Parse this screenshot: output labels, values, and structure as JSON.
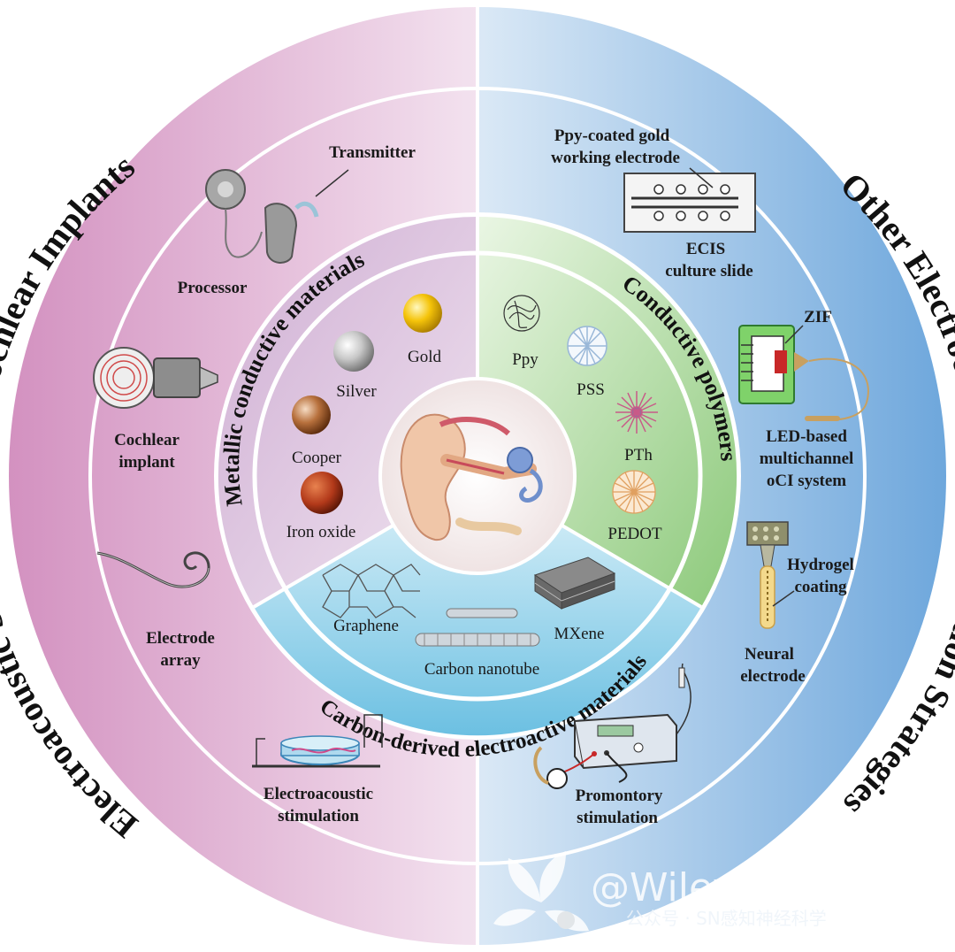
{
  "outer_ring": {
    "left_title": "Electroacoustic Stimulation in Cochlear Implants",
    "right_title": "Other Electrode-Based Stimulation Strategies"
  },
  "cochlear": {
    "transmitter": "Transmitter",
    "processor": "Processor",
    "implant_1": "Cochlear",
    "implant_2": "implant",
    "electrode_1": "Electrode",
    "electrode_2": "array",
    "eas_1": "Electroacoustic",
    "eas_2": "stimulation"
  },
  "other": {
    "ppy_1": "Ppy-coated gold",
    "ppy_2": "working electrode",
    "ecis_1": "ECIS",
    "ecis_2": "culture slide",
    "zif": "ZIF",
    "led_1": "LED-based",
    "led_2": "multichannel",
    "led_3": "oCI system",
    "hydro_1": "Hydrogel",
    "hydro_2": "coating",
    "neural_1": "Neural",
    "neural_2": "electrode",
    "prom_1": "Promontory",
    "prom_2": "stimulation"
  },
  "metallic": {
    "title": "Metallic conductive materials",
    "gold": "Gold",
    "silver": "Silver",
    "cooper": "Cooper",
    "iron": "Iron oxide"
  },
  "polymers": {
    "title": "Conductive polymers",
    "ppy": "Ppy",
    "pss": "PSS",
    "pth": "PTh",
    "pedot": "PEDOT"
  },
  "carbon": {
    "title": "Carbon-derived electroactive materials",
    "graphene": "Graphene",
    "cnt": "Carbon nanotube",
    "mxene": "MXene"
  },
  "watermark": {
    "main": "@Wiley发表派",
    "sub": "公众号 · SN感知神经科学"
  },
  "colors": {
    "left_outer": "#d9a1c9",
    "right_outer": "#7fb3e0",
    "metallic": "#dcc3dc",
    "polymer": "#a8d59a",
    "carbon": "#8fcde6"
  }
}
